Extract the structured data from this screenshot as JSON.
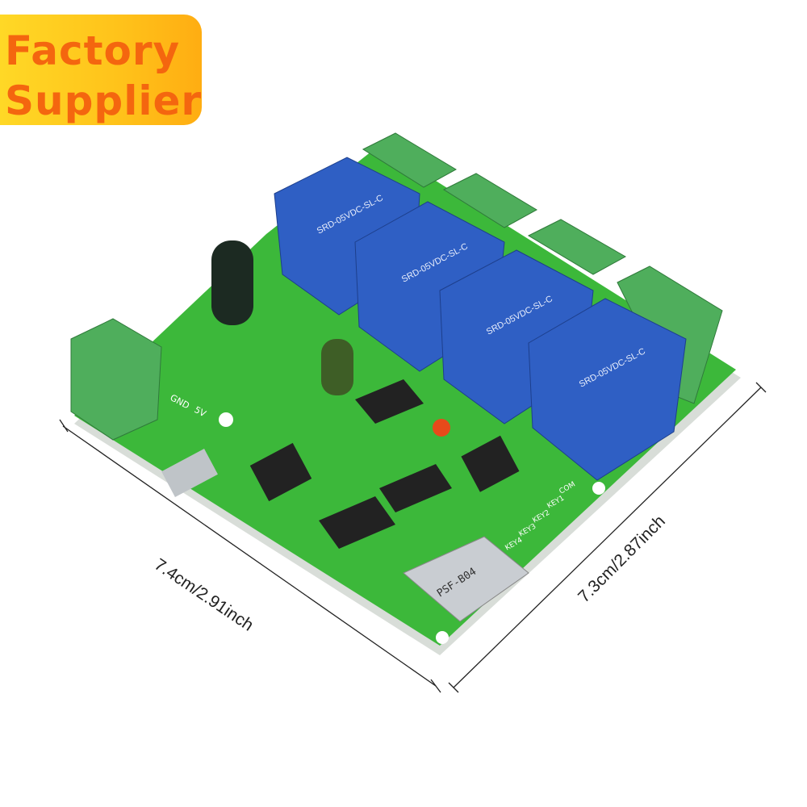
{
  "badge": {
    "line1": "Factory",
    "line2": "Supplier",
    "text_color": "#f4660f",
    "background": "#ffc21a"
  },
  "dimensions": {
    "length": "7.4cm/2.91inch",
    "width": "7.3cm/2.87inch"
  },
  "board": {
    "relay_label": "SRD-05VDC-SL-C",
    "power_labels": [
      "GND",
      "5V"
    ],
    "key_labels": [
      "COM",
      "KEY1",
      "KEY2",
      "KEY3",
      "KEY4"
    ],
    "module_label": "PSF-B04",
    "pcb_color": "#3cb83a",
    "relay_color": "#2f5fc4",
    "terminal_color": "#4fae5c"
  }
}
